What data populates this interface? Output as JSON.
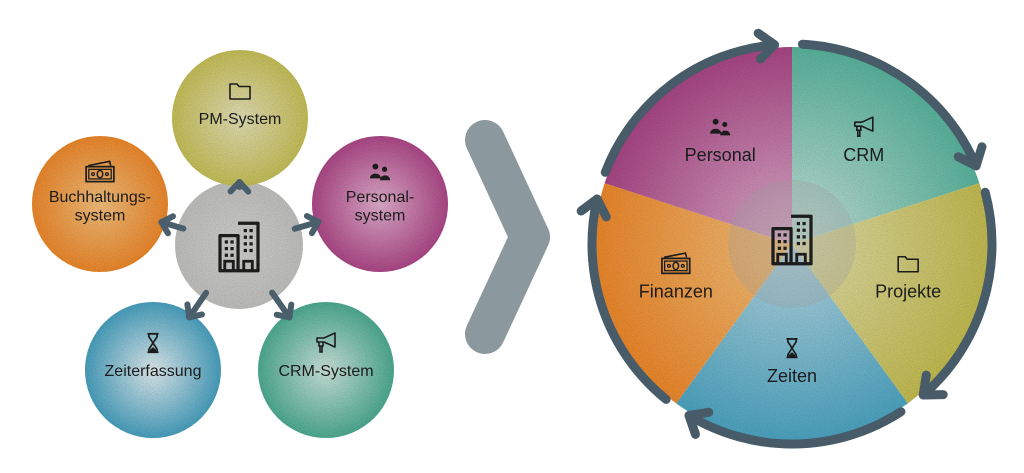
{
  "left_diagram": {
    "hub": {
      "icon": "office-building-icon",
      "color": "#c4c4c2"
    },
    "nodes": [
      {
        "id": "pm",
        "label_lines": [
          "PM-System"
        ],
        "icon": "folder-icon",
        "color": "#c9c25a",
        "highlight": "#e6e2b8"
      },
      {
        "id": "personal",
        "label_lines": [
          "Personal-",
          "system"
        ],
        "icon": "people-icon",
        "color": "#b0498a",
        "highlight": "#e3b0cf"
      },
      {
        "id": "crm",
        "label_lines": [
          "CRM-System"
        ],
        "icon": "megaphone-icon",
        "color": "#4fae94",
        "highlight": "#cfe8df"
      },
      {
        "id": "zeit",
        "label_lines": [
          "Zeiterfassung"
        ],
        "icon": "hourglass-icon",
        "color": "#4aa3c2",
        "highlight": "#e4f0f4"
      },
      {
        "id": "buch",
        "label_lines": [
          "Buchhaltungs-",
          "system"
        ],
        "icon": "money-icon",
        "color": "#f08a2c",
        "highlight": "#f7c27e"
      }
    ],
    "arrow_color": "#4a5e6b"
  },
  "separator": {
    "icon": "chevron-right-icon",
    "color": "#8b989e"
  },
  "right_diagram": {
    "hub": {
      "icon": "office-building-icon"
    },
    "ring_color": "#475b68",
    "segments": [
      {
        "id": "crm",
        "label": "CRM",
        "icon": "megaphone-icon",
        "color": "#5bb7a0",
        "light": "#cde7de"
      },
      {
        "id": "projekte",
        "label": "Projekte",
        "icon": "folder-icon",
        "color": "#c6be52",
        "light": "#e5e3b0"
      },
      {
        "id": "zeiten",
        "label": "Zeiten",
        "icon": "hourglass-icon",
        "color": "#4ea7c4",
        "light": "#bcdce6"
      },
      {
        "id": "finanzen",
        "label": "Finanzen",
        "icon": "money-icon",
        "color": "#f08a2c",
        "light": "#f7c681"
      },
      {
        "id": "personal",
        "label": "Personal",
        "icon": "people-icon",
        "color": "#ab4787",
        "light": "#e0b3cf"
      }
    ]
  }
}
